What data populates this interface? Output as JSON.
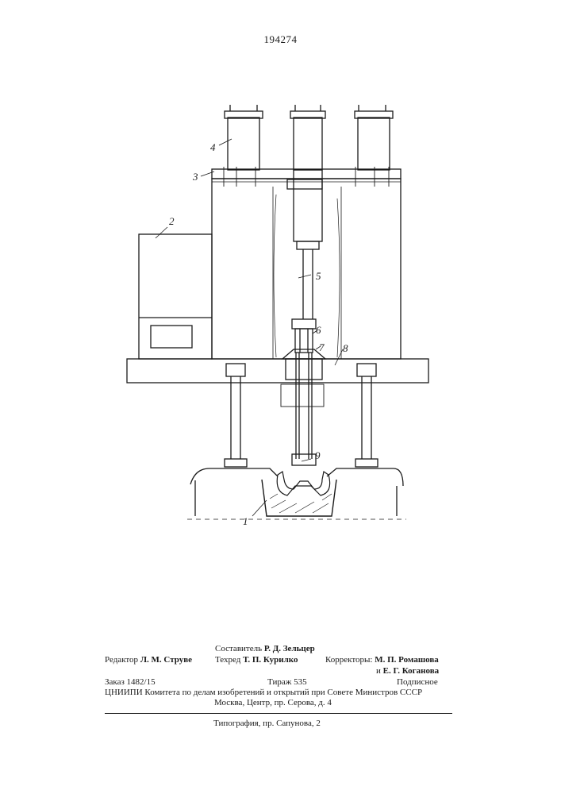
{
  "patent_number": "194274",
  "figure_labels": {
    "l1": "1",
    "l2": "2",
    "l3": "3",
    "l4": "4",
    "l5": "5",
    "l6": "6",
    "l7": "7",
    "l8": "8",
    "l9": "9"
  },
  "footer": {
    "compiler_label": "Составитель",
    "compiler_name": "Р. Д. Зельцер",
    "editor_label": "Редактор",
    "editor_name": "Л. М. Струве",
    "techred_label": "Техред",
    "techred_name": "Т. П. Курилко",
    "correctors_label": "Корректоры:",
    "corrector_1": "М. П. Ромашова",
    "corrector_2_prefix": "и",
    "corrector_2": "Е. Г. Коганова",
    "order": "Заказ 1482/15",
    "circulation": "Тираж 535",
    "subscription": "Подписное",
    "institute": "ЦНИИПИ Комитета по делам изобретений и открытий при Совете Министров СССР",
    "address": "Москва, Центр, пр. Серова, д. 4",
    "printing_house": "Типография, пр. Сапунова, 2"
  }
}
